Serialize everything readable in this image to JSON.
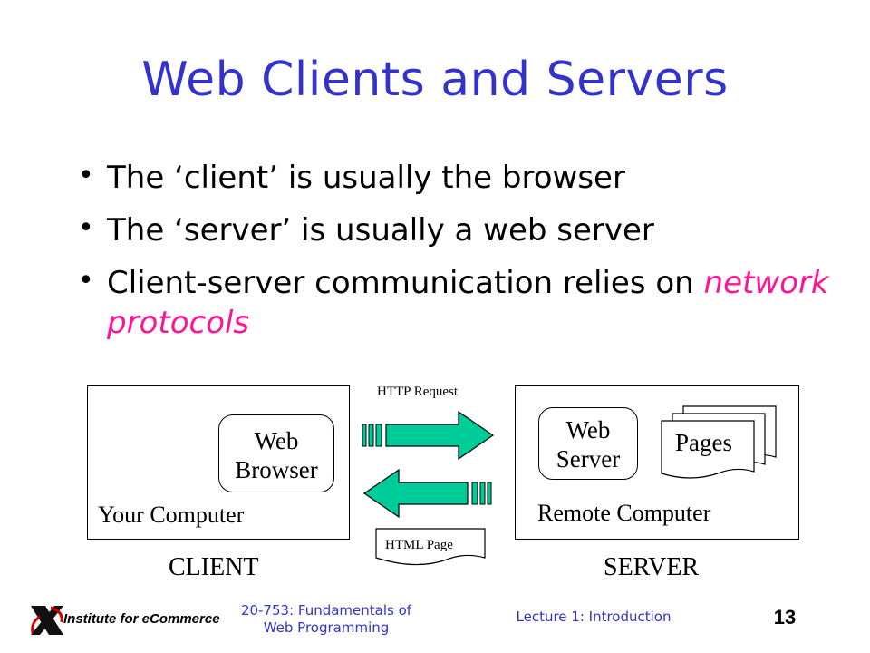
{
  "slide": {
    "title": "Web Clients and Servers",
    "bullets": [
      {
        "text": "The ‘client’ is usually the browser"
      },
      {
        "text": "The ‘server’ is usually a web server"
      },
      {
        "text_before": "Client-server communication relies on ",
        "emphasis": "network protocols"
      }
    ]
  },
  "diagram": {
    "client_box_label": "Your Computer",
    "browser_label_line1": "Web",
    "browser_label_line2": "Browser",
    "server_box_label": "Remote Computer",
    "web_server_line1": "Web",
    "web_server_line2": "Server",
    "pages_label": "Pages",
    "http_request_label": "HTTP Request",
    "html_page_label": "HTML Page",
    "client_caption": "CLIENT",
    "server_caption": "SERVER",
    "arrow_color": "#00cc99"
  },
  "footer": {
    "logo_text": "Institute for eCommerce",
    "course_line1": "20-753: Fundamentals of",
    "course_line2": "Web Programming",
    "lecture": "Lecture 1: Introduction",
    "page_number": "13",
    "accent_color": "#3333cc",
    "logo_icon": "x-logo-icon"
  }
}
